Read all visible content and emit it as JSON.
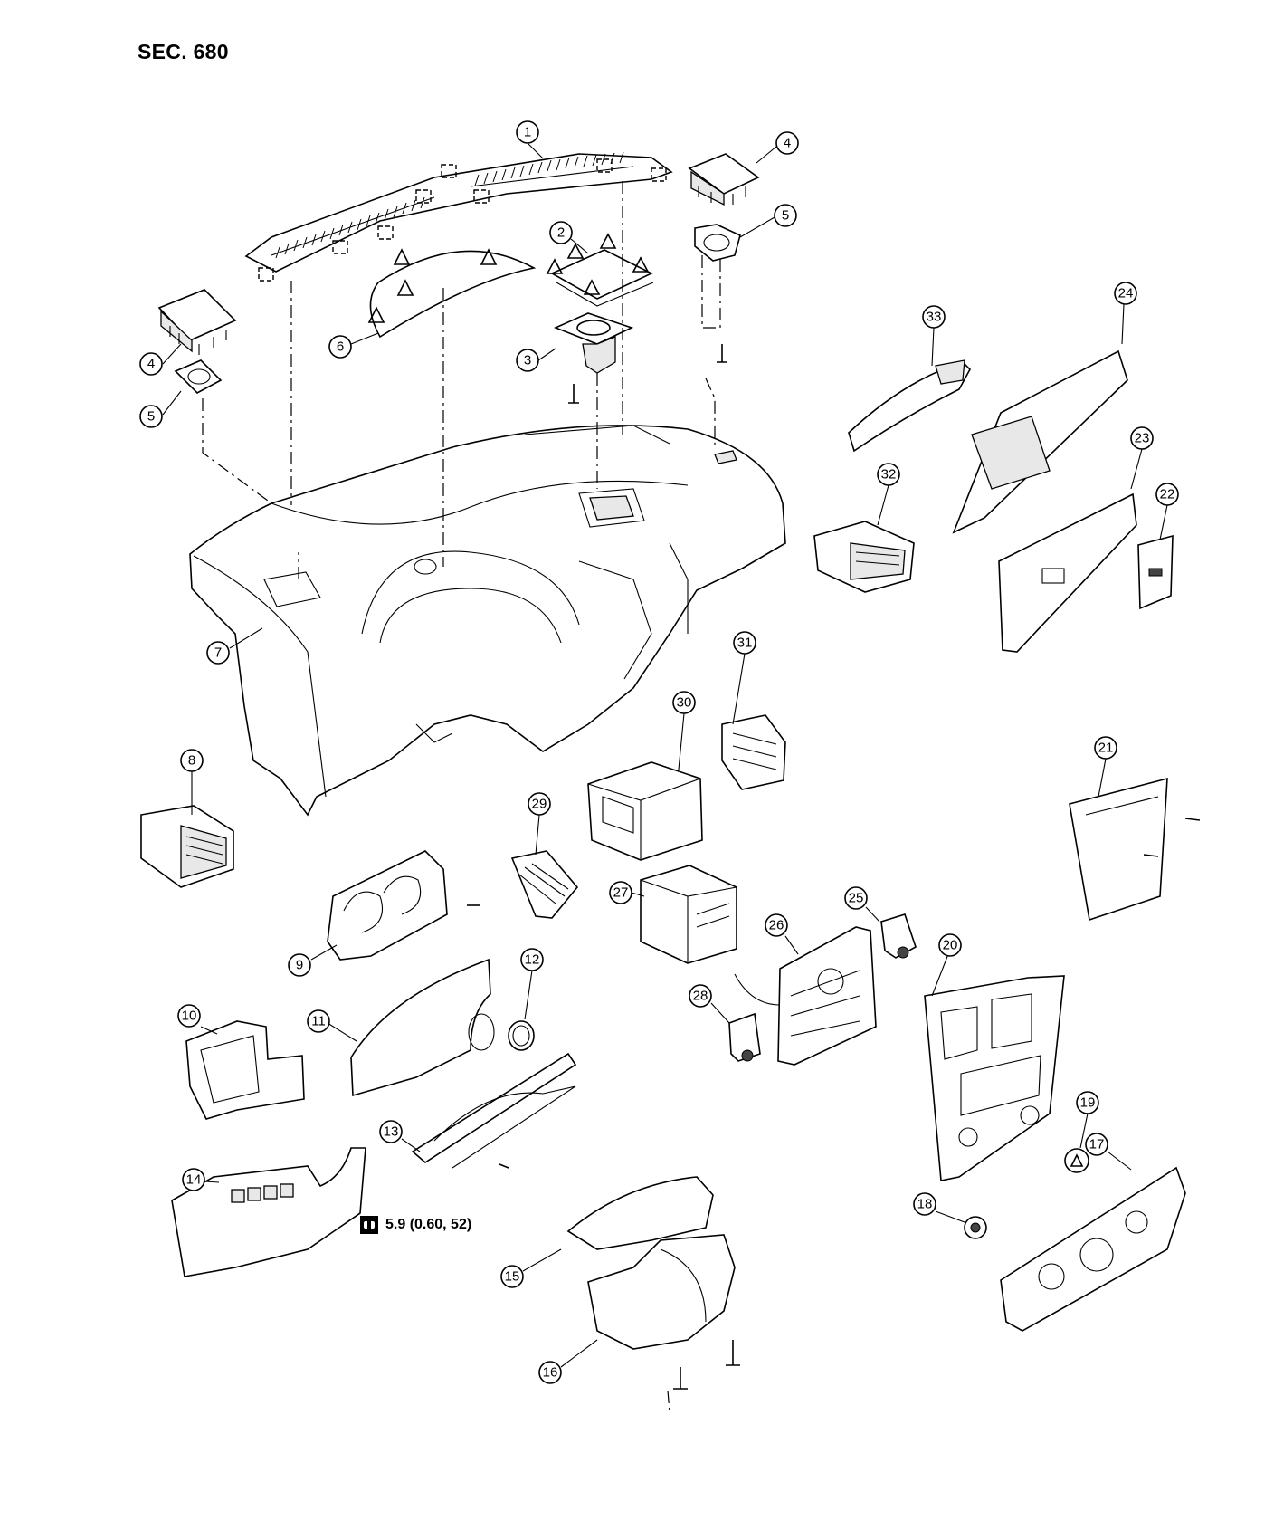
{
  "header": {
    "section_label": "SEC. 680"
  },
  "torque_spec": {
    "icon": "torque-wrench-icon",
    "text": "5.9 (0.60, 52)"
  },
  "callouts": [
    {
      "id": "callout-1",
      "label": "1"
    },
    {
      "id": "callout-2",
      "label": "2"
    },
    {
      "id": "callout-3",
      "label": "3"
    },
    {
      "id": "callout-4a",
      "label": "4"
    },
    {
      "id": "callout-4b",
      "label": "4"
    },
    {
      "id": "callout-5a",
      "label": "5"
    },
    {
      "id": "callout-5b",
      "label": "5"
    },
    {
      "id": "callout-6",
      "label": "6"
    },
    {
      "id": "callout-7",
      "label": "7"
    },
    {
      "id": "callout-8",
      "label": "8"
    },
    {
      "id": "callout-9",
      "label": "9"
    },
    {
      "id": "callout-10",
      "label": "10"
    },
    {
      "id": "callout-11",
      "label": "11"
    },
    {
      "id": "callout-12",
      "label": "12"
    },
    {
      "id": "callout-13",
      "label": "13"
    },
    {
      "id": "callout-14",
      "label": "14"
    },
    {
      "id": "callout-15",
      "label": "15"
    },
    {
      "id": "callout-16",
      "label": "16"
    },
    {
      "id": "callout-17",
      "label": "17"
    },
    {
      "id": "callout-18",
      "label": "18"
    },
    {
      "id": "callout-19",
      "label": "19"
    },
    {
      "id": "callout-20",
      "label": "20"
    },
    {
      "id": "callout-21",
      "label": "21"
    },
    {
      "id": "callout-22",
      "label": "22"
    },
    {
      "id": "callout-23",
      "label": "23"
    },
    {
      "id": "callout-24",
      "label": "24"
    },
    {
      "id": "callout-25",
      "label": "25"
    },
    {
      "id": "callout-26",
      "label": "26"
    },
    {
      "id": "callout-27",
      "label": "27"
    },
    {
      "id": "callout-28",
      "label": "28"
    },
    {
      "id": "callout-29",
      "label": "29"
    },
    {
      "id": "callout-30",
      "label": "30"
    },
    {
      "id": "callout-31",
      "label": "31"
    },
    {
      "id": "callout-32",
      "label": "32"
    },
    {
      "id": "callout-33",
      "label": "33"
    }
  ]
}
